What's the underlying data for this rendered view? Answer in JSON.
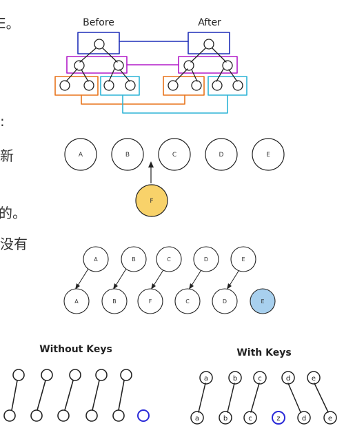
{
  "left_text_fragments": [
    "E。",
    ":",
    "新",
    "的。",
    "没有"
  ],
  "diagram_before_after": {
    "before_label": "Before",
    "after_label": "After",
    "colors": {
      "level1": "#1f2fb8",
      "level2": "#b21ac8",
      "left_group": "#e8731a",
      "right_group": "#2db4d6"
    }
  },
  "diagram_insert": {
    "top_nodes": [
      "A",
      "B",
      "C",
      "D",
      "E"
    ],
    "inserted_node": "F",
    "inserted_fill": "#f8d26a"
  },
  "diagram_shift": {
    "top_nodes": [
      "A",
      "B",
      "C",
      "D",
      "E"
    ],
    "bottom_nodes": [
      "A",
      "B",
      "F",
      "C",
      "D",
      "E"
    ],
    "new_fill": "#a8d0ee"
  },
  "diagram_keys": {
    "without_keys_label": "Without Keys",
    "with_keys_label": "With Keys",
    "with_keys_top": [
      "a",
      "b",
      "c",
      "d",
      "e"
    ],
    "with_keys_bottom": [
      "a",
      "b",
      "c",
      "z",
      "d",
      "e"
    ],
    "highlight_color": "#2a2ad8"
  }
}
